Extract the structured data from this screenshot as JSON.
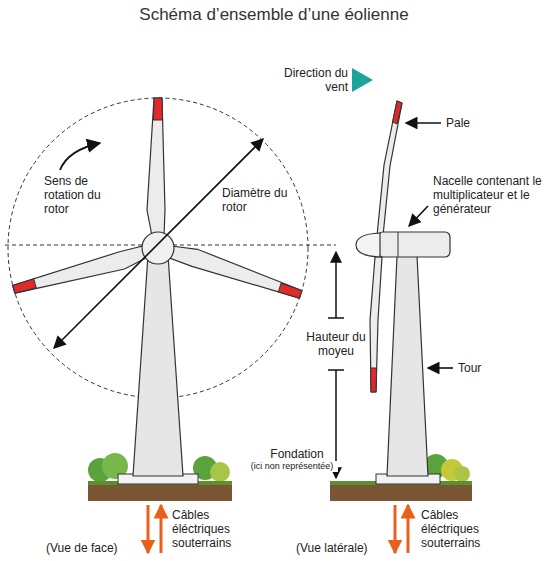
{
  "diagram": {
    "title": "Schéma d’ensemble d’une éolienne",
    "labels": [
      "Direction du vent",
      "Sens de rotation du rotor",
      "Diamètre du rotor",
      "Pale",
      "Nacelle contenant le multiplicateur et le générateur",
      "Hauteur du moyeu",
      "Tour",
      "Fondation",
      "(ici non représentée)",
      "Câbles éléctriques souterrains",
      "(Vue de face)",
      "Câbles éléctriques souterrains",
      "(Vue latérale)"
    ]
  }
}
